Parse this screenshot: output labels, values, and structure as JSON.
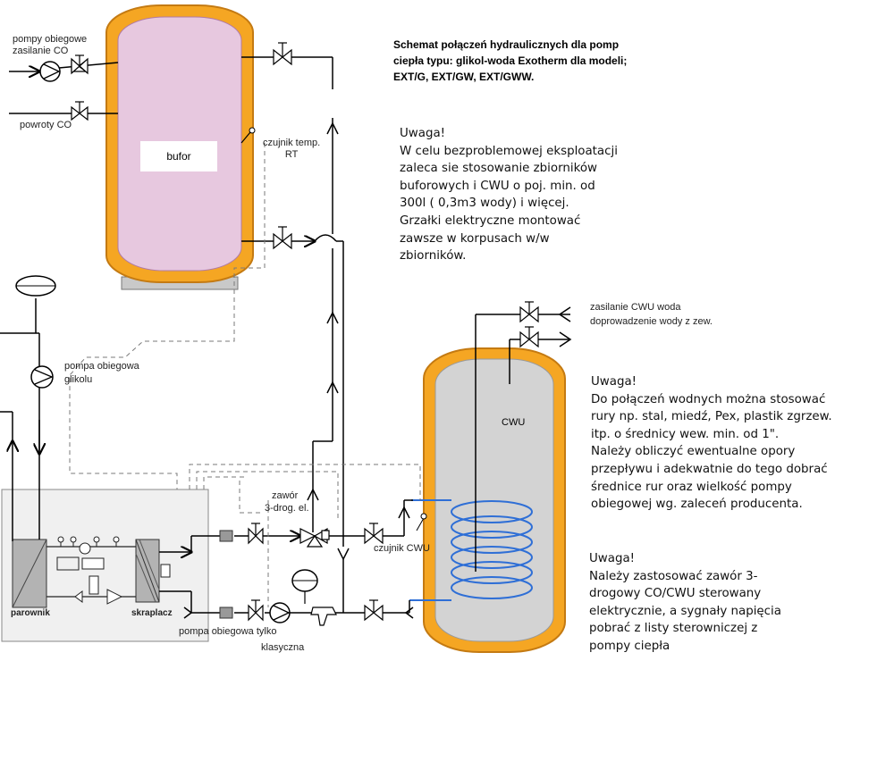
{
  "title": {
    "line1": "Schemat połączeń hydraulicznych dla pomp",
    "line2": "ciepła typu: glikol-woda Exotherm dla modeli;",
    "line3": "EXT/G, EXT/GW, EXT/GWW."
  },
  "notes": {
    "note1": [
      "Uwaga!",
      "W celu bezproblemowej eksploatacji",
      "zaleca sie stosowanie zbiorników",
      "buforowych i CWU o poj. min. od",
      "300l ( 0,3m3 wody) i więcej.",
      "Grzałki elektryczne montować",
      "zawsze w korpusach w/w",
      "zbiorników."
    ],
    "note2": [
      "Uwaga!",
      "Do połączeń wodnych można stosować",
      "rury np. stal, miedź, Pex, plastik zgrzew.",
      "itp.  o średnicy wew. min. od 1\".",
      "Należy obliczyć ewentualne opory",
      "przepływu i adekwatnie do tego dobrać",
      "średnice rur oraz wielkość pompy",
      "obiegowej  wg. zaleceń producenta."
    ],
    "note3": [
      "Uwaga!",
      "Należy zastosować zawór 3-",
      "drogowy CO/CWU  sterowany",
      "elektrycznie, a sygnały napięcia",
      "pobrać z listy sterowniczej z",
      "pompy ciepła"
    ]
  },
  "labels": {
    "pompy_obiegowe_1": "pompy obiegowe",
    "pompy_obiegowe_2": "zasilanie CO",
    "powroty_co": "powroty CO",
    "bufor": "bufor",
    "czujnik_temp_1": "czujnik temp.",
    "czujnik_temp_2": "RT",
    "zasilanie_cwu_1": "zasilanie CWU woda",
    "zasilanie_cwu_2": "doprowadzenie wody z zew.",
    "cwu": "CWU",
    "pompa_glikolu_1": "pompa obiegowa",
    "pompa_glikolu_2": "glikolu",
    "zawor_1": "zawór",
    "zawor_2": "3-drog. el.",
    "czujnik_cwu": "czujnik CWU",
    "parownik": "parownik",
    "skraplacz": "skraplacz",
    "pompa_klasyczna_1": "pompa obiegowa tylko",
    "pompa_klasyczna_2": "klasyczna"
  },
  "colors": {
    "tank_shell": "#f5a623",
    "tank_outline": "#c47a12",
    "bufor_fill": "#e7c8df",
    "cwu_fill": "#d3d3d3",
    "coil": "#2f6fd6",
    "heat_pump_box": "#f0f0f0",
    "sensor_dashed": "#7a7a7a"
  }
}
